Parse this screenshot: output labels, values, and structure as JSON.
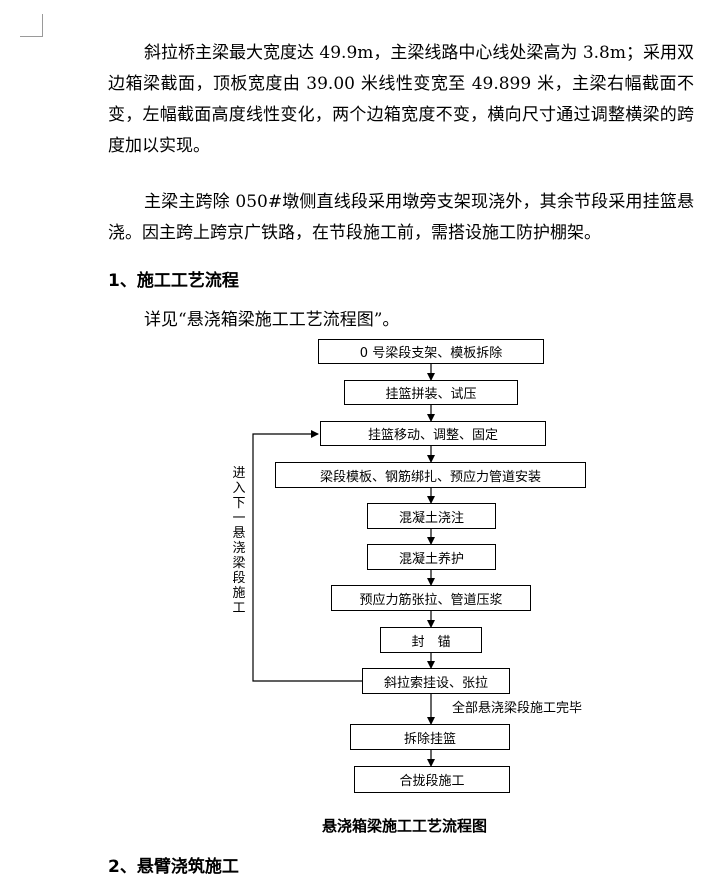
{
  "paragraphs": [
    "斜拉桥主梁最大宽度达 49.9m，主梁线路中心线处梁高为 3.8m；采用双边箱梁截面，顶板宽度由 39.00 米线性变宽至 49.899 米，主梁右幅截面不变，左幅截面高度线性变化，两个边箱宽度不变，横向尺寸通过调整横梁的跨度加以实现。",
    "主梁主跨除 050#墩侧直线段采用墩旁支架现浇外，其余节段采用挂篮悬浇。因主跨上跨京广铁路，在节段施工前，需搭设施工防护棚架。"
  ],
  "section1": {
    "heading": "1、施工工艺流程",
    "see_line": "详见“悬浇箱梁施工工艺流程图”。"
  },
  "flowchart": {
    "steps": [
      "0 号梁段支架、模板拆除",
      "挂篮拼装、试压",
      "挂篮移动、调整、固定",
      "梁段模板、钢筋绑扎、预应力管道安装",
      "混凝土浇注",
      "混凝土养护",
      "预应力筋张拉、管道压浆",
      "封　锚",
      "斜拉索挂设、张拉",
      "拆除挂篮",
      "合拢段施工"
    ],
    "loop_label": "进入下一悬浇梁段施工",
    "done_note": "全部悬浇梁段施工完毕",
    "caption": "悬浇箱梁施工工艺流程图"
  },
  "section2": {
    "heading": "2、悬臂浇筑施工"
  },
  "colors": {
    "text": "#000000",
    "background": "#ffffff"
  }
}
